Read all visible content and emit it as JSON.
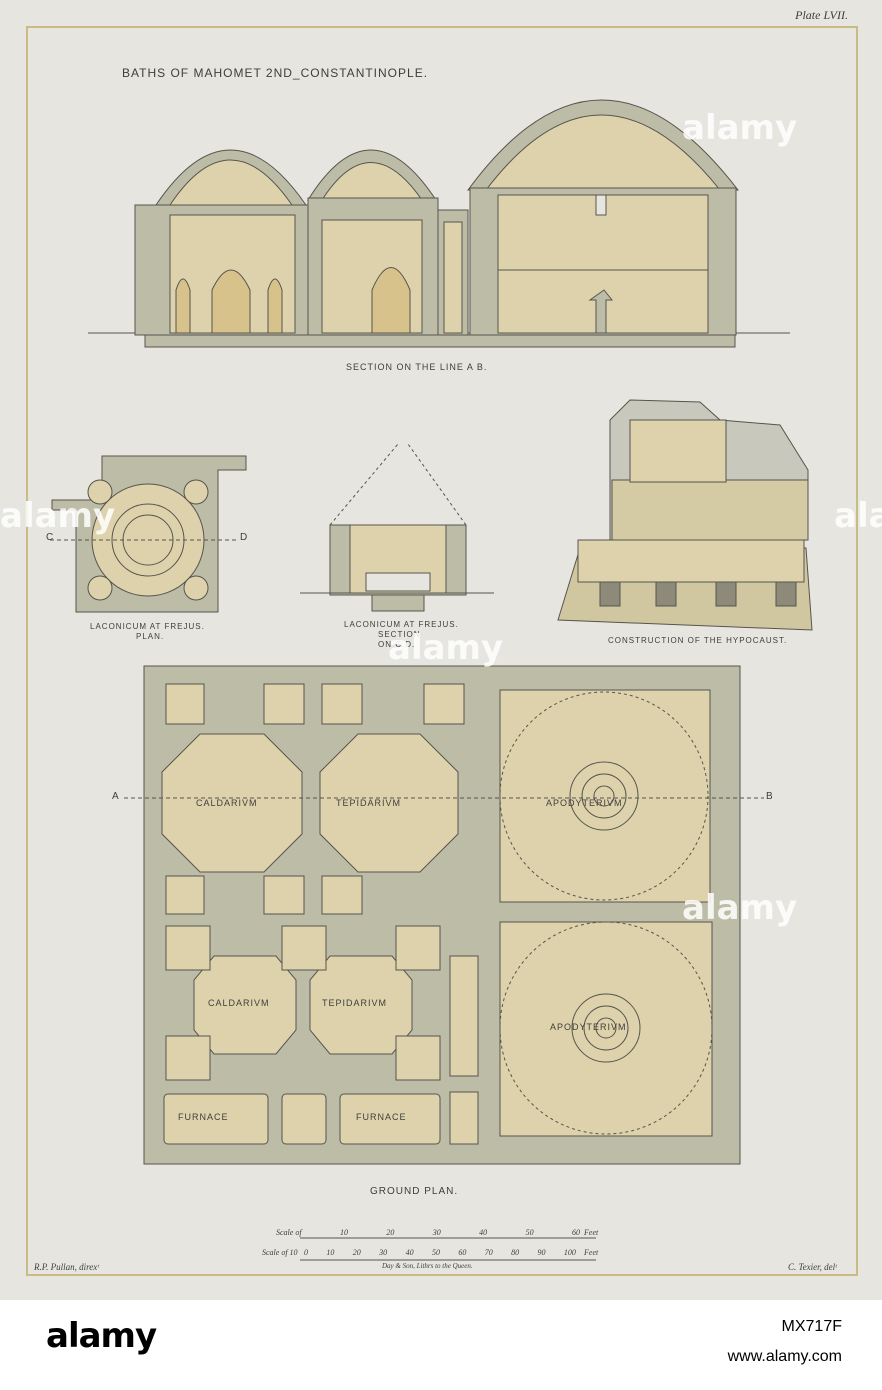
{
  "plate": {
    "label": "Plate LVII."
  },
  "title": "BATHS OF MAHOMET 2ND_CONSTANTINOPLE.",
  "captions": {
    "section_ab": "SECTION ON THE LINE A B.",
    "laconicum_plan_1": "LACONICUM AT FREJUS.",
    "laconicum_plan_2": "PLAN.",
    "laconicum_section_1": "LACONICUM AT FREJUS.",
    "laconicum_section_2": "SECTION",
    "laconicum_section_3": "ON C.D.",
    "hypocaust": "CONSTRUCTION OF THE HYPOCAUST.",
    "ground_plan": "GROUND PLAN."
  },
  "markers": {
    "c": "C",
    "d": "D",
    "a": "A",
    "b": "B"
  },
  "rooms": {
    "caldarium_1": "CALDARIVM",
    "tepidarium_1": "TEPIDARIVM",
    "apodyterium_1": "APODYTERIVM",
    "caldarium_2": "CALDARIVM",
    "tepidarium_2": "TEPIDARIVM",
    "apodyterium_2": "APODYTERIVM",
    "furnace_1": "FURNACE",
    "furnace_2": "FURNACE"
  },
  "scales": {
    "scale_1_label": "Scale of",
    "scale_1_ticks": [
      "10",
      "20",
      "30",
      "40",
      "50",
      "60"
    ],
    "scale_1_unit": "Feet",
    "scale_2_label": "Scale of 10",
    "scale_2_ticks": [
      "0",
      "10",
      "20",
      "30",
      "40",
      "50",
      "60",
      "70",
      "80",
      "90",
      "100"
    ],
    "scale_2_unit": "Feet",
    "printer": "Day & Son, Lithrs to the Queen."
  },
  "credits": {
    "left": "R.P. Pullan, direxᵗ",
    "right": "C. Texier, delᵗ"
  },
  "footer": {
    "logo": "alamy",
    "code": "MX717F",
    "site": "www.alamy.com"
  },
  "watermark": {
    "text": "alamy"
  },
  "colors": {
    "paper": "#e6e5e0",
    "wall": "#bdbca6",
    "room": "#ddd2ab",
    "ink": "#3f3f3a",
    "border": "#c9bb86"
  }
}
